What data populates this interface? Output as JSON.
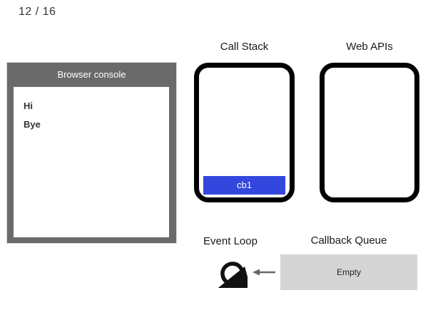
{
  "slide": {
    "counter": "12 / 16"
  },
  "console": {
    "title": "Browser console",
    "logs": [
      "Hi",
      "Bye"
    ]
  },
  "call_stack": {
    "label": "Call Stack",
    "frames": [
      "cb1"
    ]
  },
  "web_apis": {
    "label": "Web APIs",
    "items": []
  },
  "event_loop": {
    "label": "Event Loop",
    "icon": "loop-circular-arrow-icon"
  },
  "callback_queue": {
    "label": "Callback Queue",
    "status": "Empty"
  },
  "colors": {
    "console_frame_gray": "#6a6a6a",
    "queue_gray": "#d5d5d5",
    "stack_frame_blue": "#3346dd",
    "arrow_gray": "#666666",
    "box_border_black": "#000000"
  }
}
